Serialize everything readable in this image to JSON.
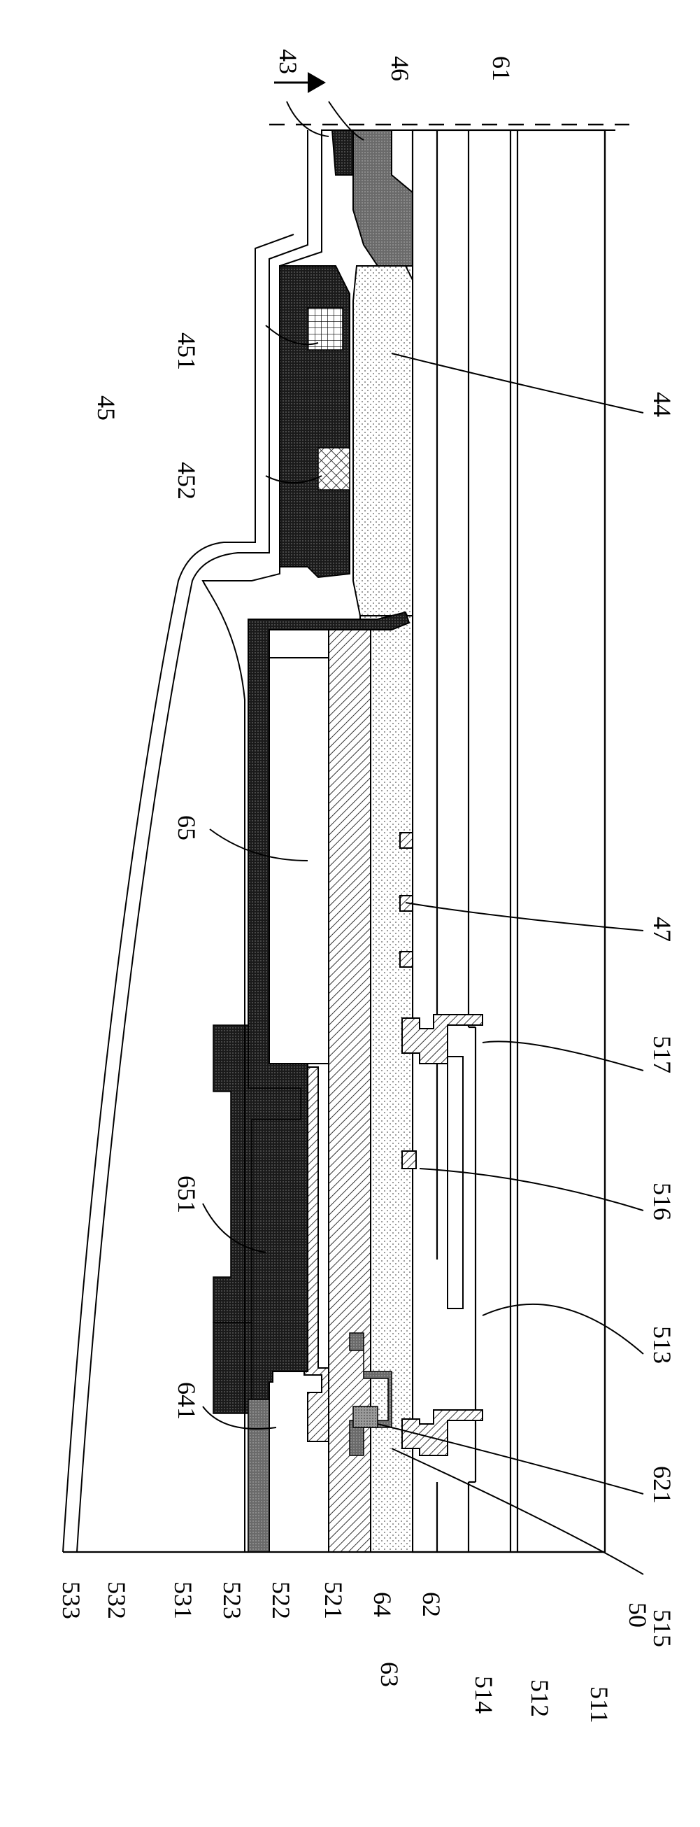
{
  "labels": {
    "l43": "43",
    "l46": "46",
    "l61": "61",
    "l451": "451",
    "l45": "45",
    "l452": "452",
    "l44": "44",
    "l65": "65",
    "l47": "47",
    "l517": "517",
    "l516": "516",
    "l651": "651",
    "l513": "513",
    "l641": "641",
    "l621": "621",
    "l515": "515",
    "l533": "533",
    "l532": "532",
    "l531": "531",
    "l523": "523",
    "l522": "522",
    "l521": "521",
    "l64": "64",
    "l62": "62",
    "l63": "63",
    "l514": "514",
    "l512": "512",
    "l511": "511",
    "l50": "50"
  }
}
